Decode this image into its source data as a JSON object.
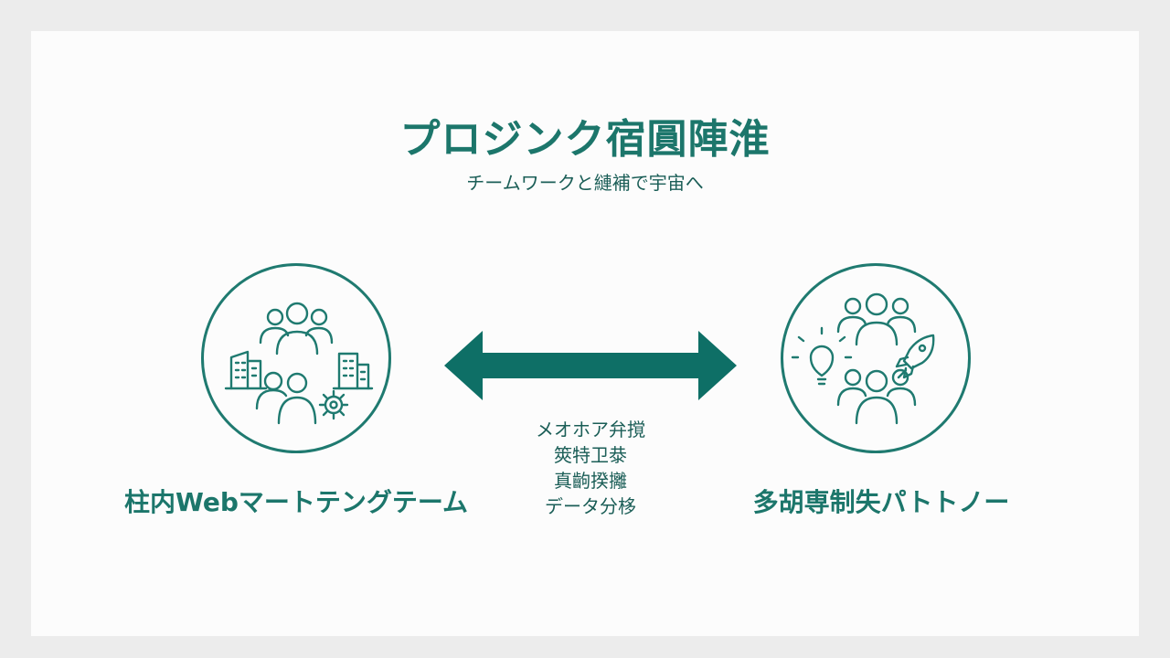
{
  "header": {
    "title": "プロジンク宿圓陣淮",
    "subtitle": "チームワークと縺補で宇宙へ"
  },
  "left_node": {
    "label": "柱内Webマートテングテーム",
    "icons": [
      "people-group-icon",
      "building-icon",
      "building-icon",
      "people-group-icon",
      "gear-icon"
    ]
  },
  "right_node": {
    "label": "多胡専制失パトトノー",
    "icons": [
      "people-group-icon",
      "lightbulb-icon",
      "rocket-icon",
      "people-group-icon"
    ]
  },
  "connector": {
    "type": "double-arrow",
    "lines": [
      "メオホア弁撹",
      "筴特卫㳟",
      "真齣揆攡",
      "データ分栘"
    ]
  },
  "colors": {
    "accent": "#1f7a70",
    "arrow": "#0e6f66",
    "text": "#1b5e57"
  }
}
